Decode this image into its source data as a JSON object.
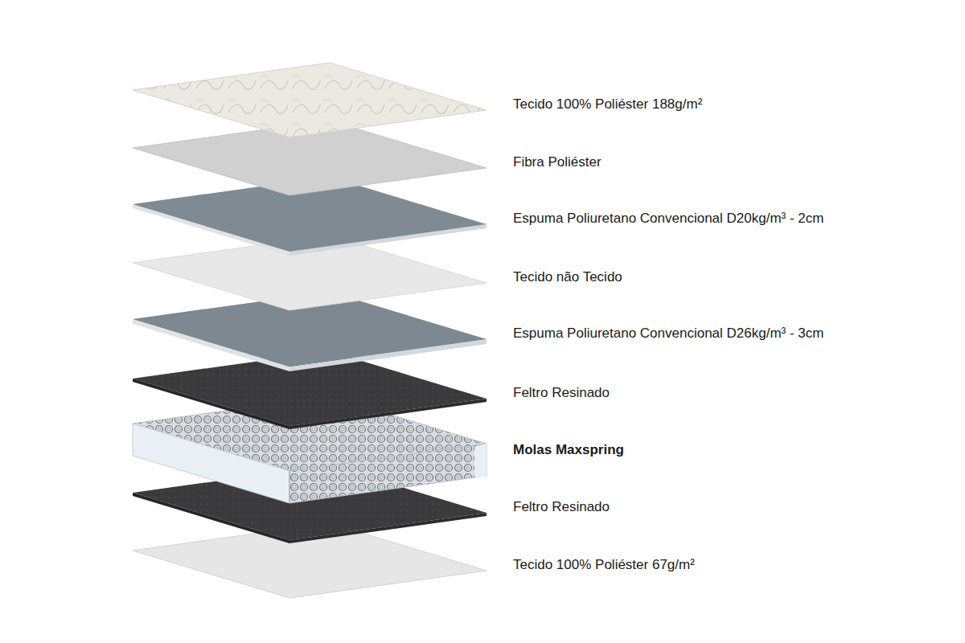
{
  "diagram": {
    "labels": [
      "Tecido 100% Poliéster 188g/m²",
      "Fibra Poliéster",
      "Espuma Poliuretano Convencional D20kg/m³ - 2cm",
      "Tecido não Tecido",
      "Espuma Poliuretano Convencional D26kg/m³ - 3cm",
      "Feltro Resinado",
      "Molas Maxspring",
      "Feltro Resinado",
      "Tecido 100% Poliéster 67g/m²"
    ]
  }
}
